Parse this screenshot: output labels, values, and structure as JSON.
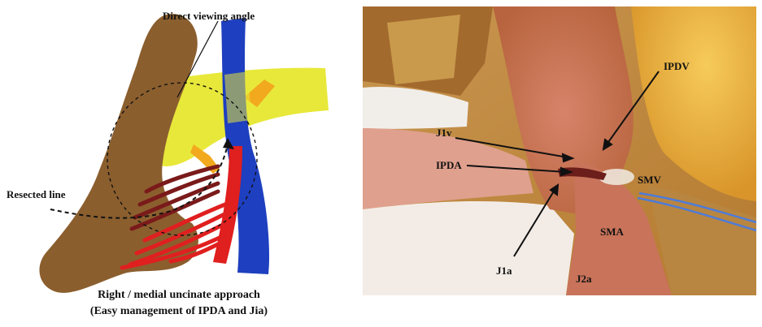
{
  "left_panel": {
    "labels": {
      "direct_viewing_angle": "Direct viewing angle",
      "resected_line": "Resected line"
    },
    "caption_line1": "Right / medial uncinate approach",
    "caption_line2": "(Easy management of IPDA and Jia)",
    "colors": {
      "pancreas_head": "#8B5E2E",
      "duodenum_portal": "#E8E83A",
      "smv_vein": "#1E3FBF",
      "sma_artery": "#E01F1F",
      "jejunal_artery_dark": "#7A1A1A",
      "orange_branch": "#F2A91E"
    }
  },
  "right_panel": {
    "labels": {
      "ipdv": "IPDV",
      "j1v": "J1v",
      "ipda": "IPDA",
      "smv": "SMV",
      "sma": "SMA",
      "j1a": "J1a",
      "j2a": "J2a"
    }
  }
}
